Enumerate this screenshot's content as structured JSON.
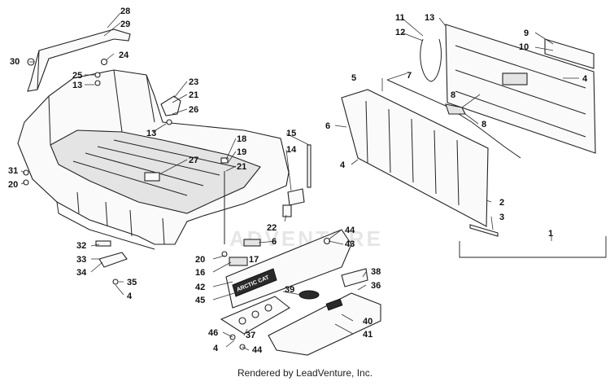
{
  "watermark": "ADVENTURE",
  "credit": "Rendered by LeadVenture, Inc.",
  "decal_text": "ARCTIC CAT",
  "callouts": [
    "28",
    "29",
    "30",
    "24",
    "25",
    "13",
    "23",
    "21",
    "26",
    "13",
    "27",
    "31",
    "20",
    "18",
    "19",
    "21",
    "14",
    "15",
    "22",
    "44",
    "43",
    "6",
    "20",
    "16",
    "17",
    "42",
    "45",
    "32",
    "33",
    "34",
    "35",
    "4",
    "39",
    "38",
    "36",
    "40",
    "41",
    "46",
    "37",
    "4",
    "44",
    "11",
    "13",
    "12",
    "9",
    "10",
    "4",
    "5",
    "7",
    "6",
    "8",
    "8",
    "4",
    "2",
    "3",
    "1"
  ]
}
